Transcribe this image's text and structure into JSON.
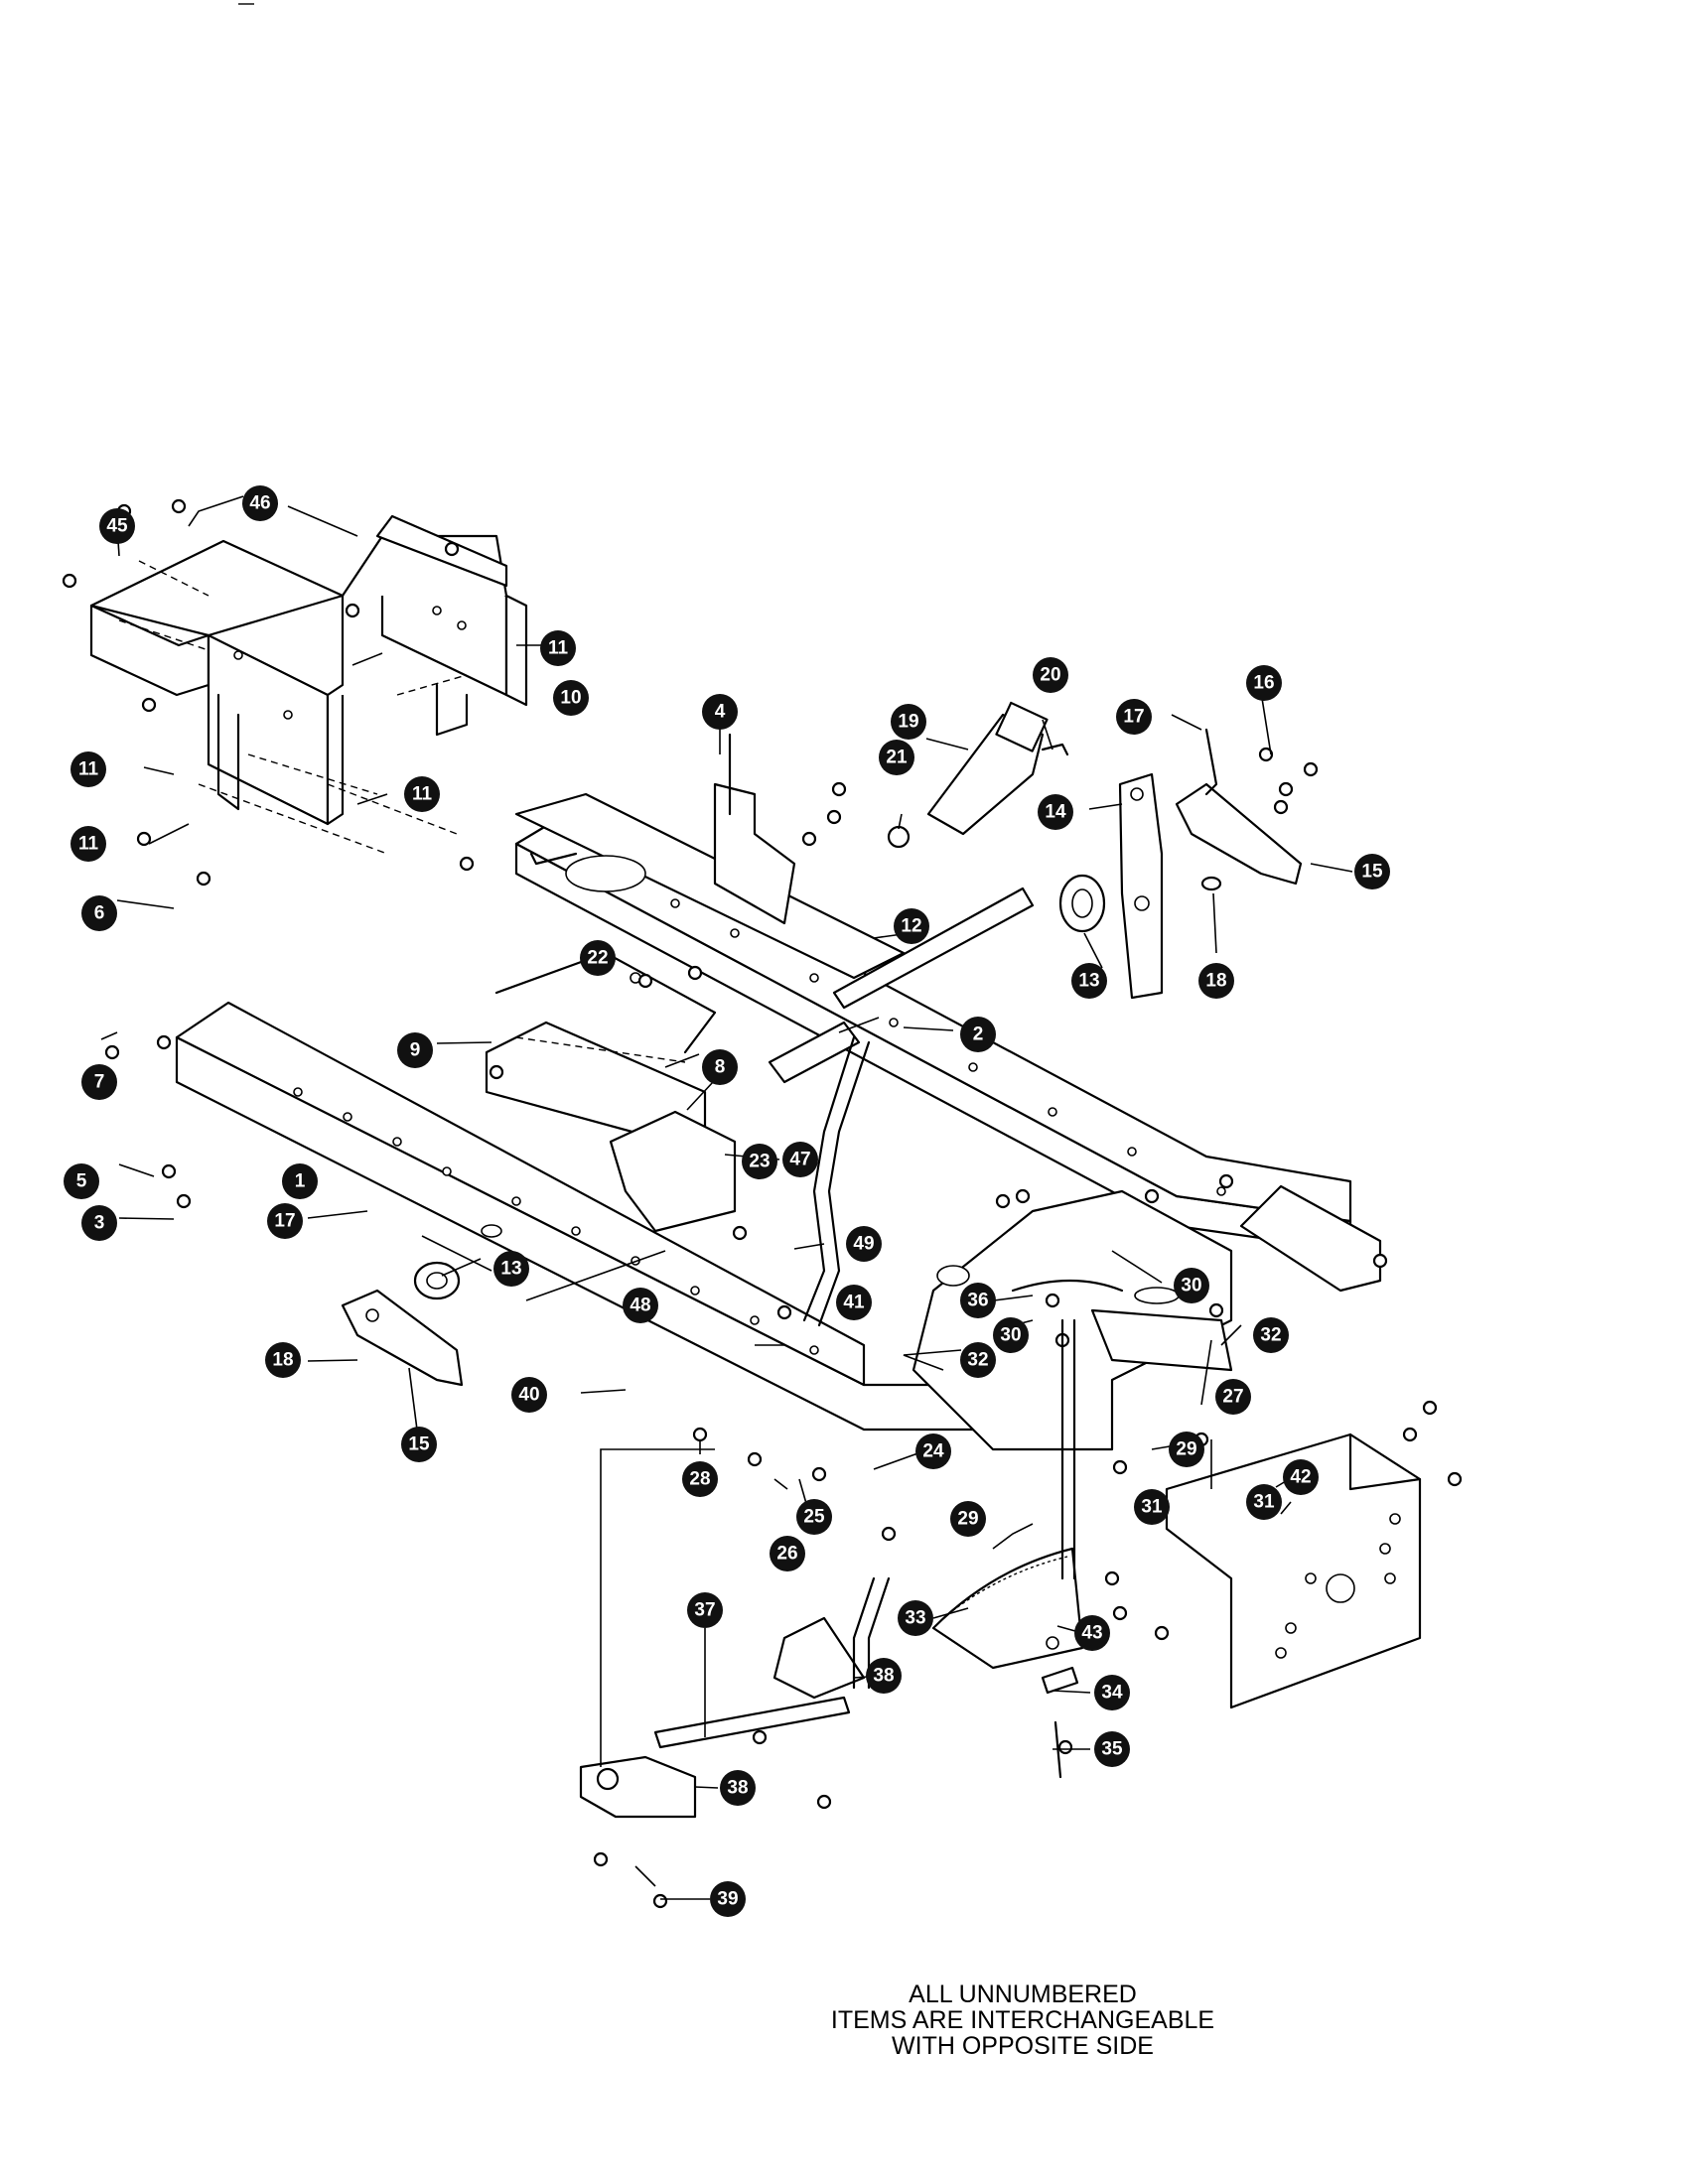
{
  "footnote": {
    "line1": "ALL UNNUMBERED",
    "line2": "ITEMS ARE INTERCHANGEABLE",
    "line3": "WITH OPPOSITE SIDE"
  },
  "callouts": {
    "c45": "45",
    "c46": "46",
    "c11a": "11",
    "c10": "10",
    "c11b": "11",
    "c11c": "11",
    "c11d": "11",
    "c6": "6",
    "c7": "7",
    "c4": "4",
    "c19": "19",
    "c20": "20",
    "c21": "21",
    "c17a": "17",
    "c16": "16",
    "c14": "14",
    "c15a": "15",
    "c18a": "18",
    "c12": "12",
    "c13a": "13",
    "c22": "22",
    "c2": "2",
    "c9": "9",
    "c8": "8",
    "c47": "47",
    "c23": "23",
    "c5": "5",
    "c1": "1",
    "c3": "3",
    "c17b": "17",
    "c13b": "13",
    "c48": "48",
    "c49": "49",
    "c41": "41",
    "c30a": "30",
    "c36": "36",
    "c30b": "30",
    "c32a": "32",
    "c32b": "32",
    "c27": "27",
    "c18b": "18",
    "c15b": "15",
    "c40": "40",
    "c28": "28",
    "c24": "24",
    "c29a": "29",
    "c31a": "31",
    "c42": "42",
    "c25": "25",
    "c26": "26",
    "c29b": "29",
    "c31b": "31",
    "c33": "33",
    "c43": "43",
    "c37": "37",
    "c38a": "38",
    "c34": "34",
    "c35": "35",
    "c38b": "38",
    "c39": "39"
  }
}
